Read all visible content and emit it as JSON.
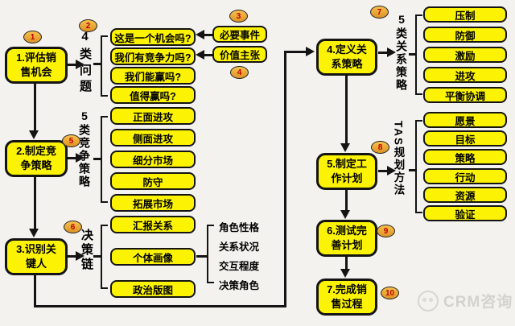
{
  "steps": [
    {
      "badge": "1",
      "line1": "1.评估销",
      "line2": "售机会"
    },
    {
      "badge": "5",
      "line1": "2.制定竞",
      "line2": "争策略"
    },
    {
      "badge": "6",
      "line1": "3.识别关",
      "line2": "键人"
    },
    {
      "badge": "7",
      "line1": "4.定义关",
      "line2": "系策略"
    },
    {
      "badge": "8",
      "line1": "5.制定工",
      "line2": "作计划"
    },
    {
      "badge": "9",
      "line1": "6.测试完",
      "line2": "善计划"
    },
    {
      "badge": "10",
      "line1": "7.完成销",
      "line2": "售过程"
    }
  ],
  "groups": {
    "questions": {
      "badge": "2",
      "axis": "4类问题",
      "items": [
        "这是一个机会吗?",
        "我们有竞争力吗?",
        "我们能赢吗?",
        "值得赢吗?"
      ]
    },
    "competition": {
      "axis": "5类竞争策略",
      "items": [
        "正面进攻",
        "侧面进攻",
        "细分市场",
        "防守",
        "拓展市场"
      ]
    },
    "decision": {
      "axis": "决策链",
      "items": [
        "汇报关系",
        "个体画像",
        "政治版图"
      ]
    },
    "relation": {
      "axis": "5类关系策略",
      "items": [
        "压制",
        "防御",
        "激励",
        "进攻",
        "平衡协调"
      ]
    },
    "tas": {
      "axis": "TAS规划方法",
      "items": [
        "愿景",
        "目标",
        "策略",
        "行动",
        "资源",
        "验证"
      ]
    }
  },
  "inputs": {
    "necessary_event": {
      "badge": "3",
      "label": "必要事件"
    },
    "value_prop": {
      "badge": "4",
      "label": "价值主张"
    }
  },
  "persona_attrs": [
    "角色性格",
    "关系状况",
    "交互程度",
    "决策角色"
  ],
  "watermark": {
    "brand": "CRM咨询"
  },
  "colors": {
    "box_fill": "#fbf303",
    "badge_fill": "#e8a33c",
    "badge_number": "#c00000",
    "line": "#141414",
    "background": "#f3f2ee",
    "watermark": "#d4d2ce"
  }
}
